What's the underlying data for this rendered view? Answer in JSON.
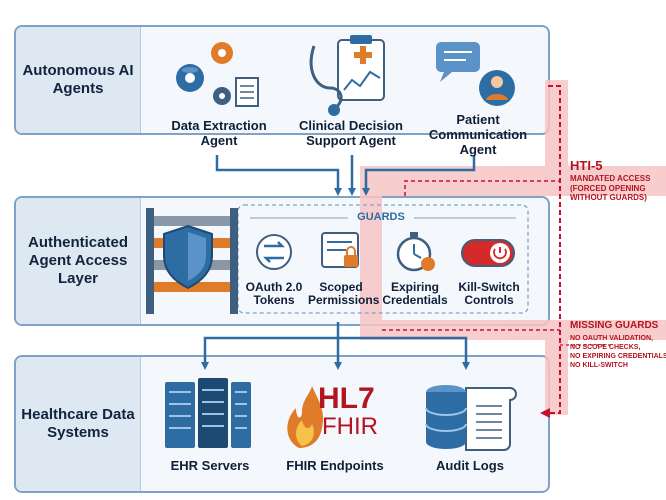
{
  "layers": {
    "agents": "Autonomous AI Agents",
    "access": "Authenticated Agent Access Layer",
    "data": "Healthcare Data Systems"
  },
  "agents": [
    {
      "label": "Data Extraction Agent",
      "icon": "gears-database-document-icon"
    },
    {
      "label": "Clinical Decision Support Agent",
      "icon": "stethoscope-clipboard-icon"
    },
    {
      "label": "Patient Communication Agent",
      "icon": "chat-person-icon"
    }
  ],
  "guards": {
    "title": "GUARDS",
    "items": [
      {
        "label": "OAuth 2.0 Tokens",
        "icon": "token-exchange-icon"
      },
      {
        "label": "Scoped Permissions",
        "icon": "scoped-lock-icon"
      },
      {
        "label": "Expiring Credentials",
        "icon": "stopwatch-icon"
      },
      {
        "label": "Kill-Switch Controls",
        "icon": "power-switch-icon"
      }
    ]
  },
  "systems": [
    {
      "label": "EHR Servers",
      "icon": "server-rack-icon"
    },
    {
      "label": "FHIR Endpoints",
      "icon": "hl7-fhir-logo"
    },
    {
      "label": "Audit Logs",
      "icon": "database-scroll-icon"
    }
  ],
  "hl7_logo": {
    "top": "HL7",
    "bottom": "FHIR"
  },
  "hti5": {
    "title": "HTI-5",
    "lines": [
      "MANDATED ACCESS",
      "(FORCED OPENING",
      "WITHOUT GUARDS)"
    ]
  },
  "missing": {
    "title": "MISSING GUARDS",
    "lines": [
      "NO OAUTH VALIDATION,",
      "NO SCOPE CHECKS,",
      "NO EXPIRING CREDENTIALS,",
      "NO KILL-SWITCH"
    ]
  },
  "colors": {
    "accent_blue": "#2e6da4",
    "alert_red": "#c8102e",
    "alert_pink": "#f4b6b6",
    "border": "#7fa2c6"
  }
}
